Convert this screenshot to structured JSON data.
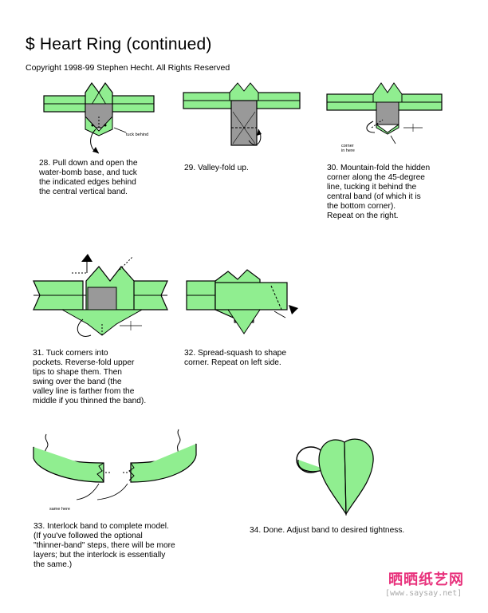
{
  "title": "$ Heart Ring (continued)",
  "copyright": "Copyright 1998-99 Stephen Hecht.  All Rights Reserved",
  "colors": {
    "paper_green": "#90ee90",
    "gray": "#999999",
    "stroke": "#000000"
  },
  "steps": {
    "s28": "28. Pull down and open the\nwater-bomb base, and tuck\nthe indicated edges behind\nthe central vertical band.",
    "s29": "29. Valley-fold up.",
    "s30": "30.  Mountain-fold the hidden\ncorner along the 45-degree\nline, tucking it behind the\ncentral band (of which it is\nthe bottom corner).\nRepeat on the right.",
    "s31": "31.  Tuck corners into\npockets.  Reverse-fold upper\ntips to shape them.  Then\nswing over the band (the\nvalley line is farther from the\nmiddle if you thinned the band).",
    "s32": "32. Spread-squash to shape\ncorner.  Repeat on left side.",
    "s33": "33. Interlock band to complete model.\n(If you've followed the optional\n\"thinner-band\" steps, there will be more\nlayers; but the interlock is essentially\nthe same.)",
    "s34": "34.  Done.  Adjust band to desired tightness."
  },
  "labels": {
    "tuck_behind": "tuck behind",
    "corner_in_here": "corner\nin here",
    "same_here": "same here"
  },
  "watermark": {
    "site_cn": "晒晒纸艺网",
    "url": "[www.saysay.net]"
  }
}
